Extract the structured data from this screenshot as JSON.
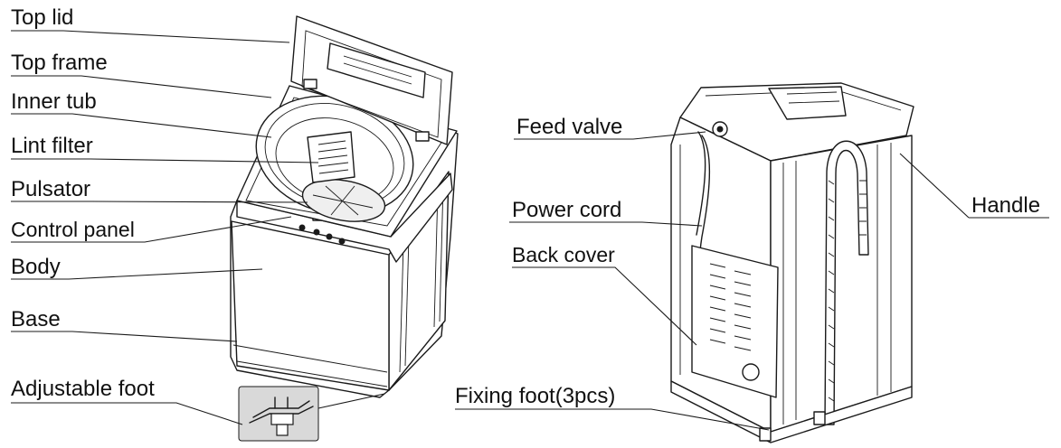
{
  "labels": {
    "top_lid": "Top lid",
    "top_frame": "Top frame",
    "inner_tub": "Inner tub",
    "lint_filter": "Lint filter",
    "pulsator": "Pulsator",
    "control_panel": "Control panel",
    "body": "Body",
    "base": "Base",
    "adjustable_foot": "Adjustable foot",
    "feed_valve": "Feed valve",
    "power_cord": "Power cord",
    "back_cover": "Back cover",
    "fixing_foot": "Fixing foot(3pcs)",
    "handle": "Handle"
  },
  "colors": {
    "line": "#1a1a1a",
    "inset_background": "#d9d9d9",
    "text": "#111111"
  }
}
